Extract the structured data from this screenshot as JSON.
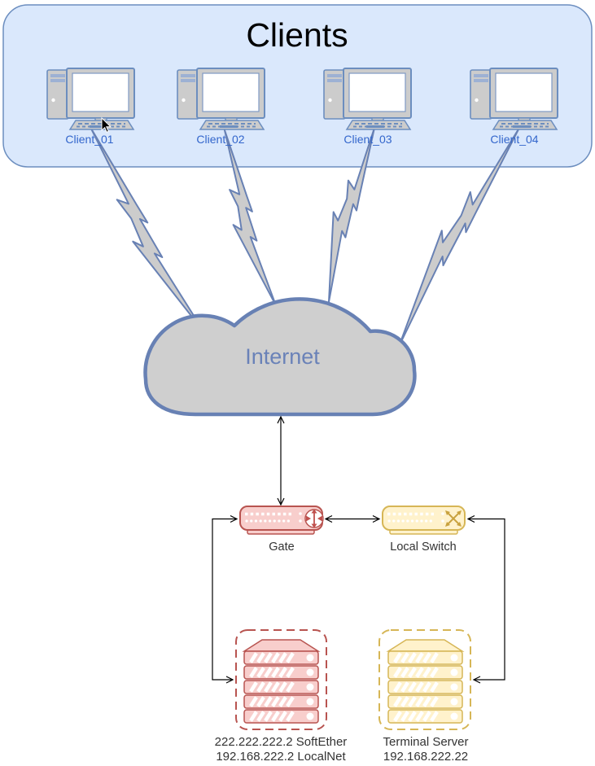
{
  "clients": {
    "title": "Clients",
    "items": [
      {
        "label": "Client_01",
        "icon": "desktop-computer-icon"
      },
      {
        "label": "Client_02",
        "icon": "desktop-computer-icon"
      },
      {
        "label": "Client_03",
        "icon": "desktop-computer-icon"
      },
      {
        "label": "Client_04",
        "icon": "desktop-computer-icon"
      }
    ]
  },
  "internet": {
    "label": "Internet",
    "icon": "cloud-icon"
  },
  "gate": {
    "label": "Gate",
    "icon": "four-way-arrows-icon"
  },
  "local_switch": {
    "label": "Local Switch",
    "icon": "crossed-arrows-icon"
  },
  "softether_server": {
    "line1": "222.222.222.2 SoftEther",
    "line2": "192.168.222.2 LocalNet",
    "icon": "server-stack-icon"
  },
  "terminal_server": {
    "line1": "Terminal Server",
    "line2": "192.168.222.22",
    "icon": "server-stack-icon"
  },
  "colors": {
    "clients_box_fill": "#dae8fc",
    "clients_box_stroke": "#6c8ebf",
    "node_gray_fill": "#cccccc",
    "cloud_stroke": "#6881b4",
    "red_fill": "#f8cecc",
    "red_stroke": "#b85450",
    "yellow_fill": "#fff2cc",
    "yellow_stroke": "#d6b656",
    "client_label_color": "#3366cc",
    "connector_color": "#000000"
  }
}
